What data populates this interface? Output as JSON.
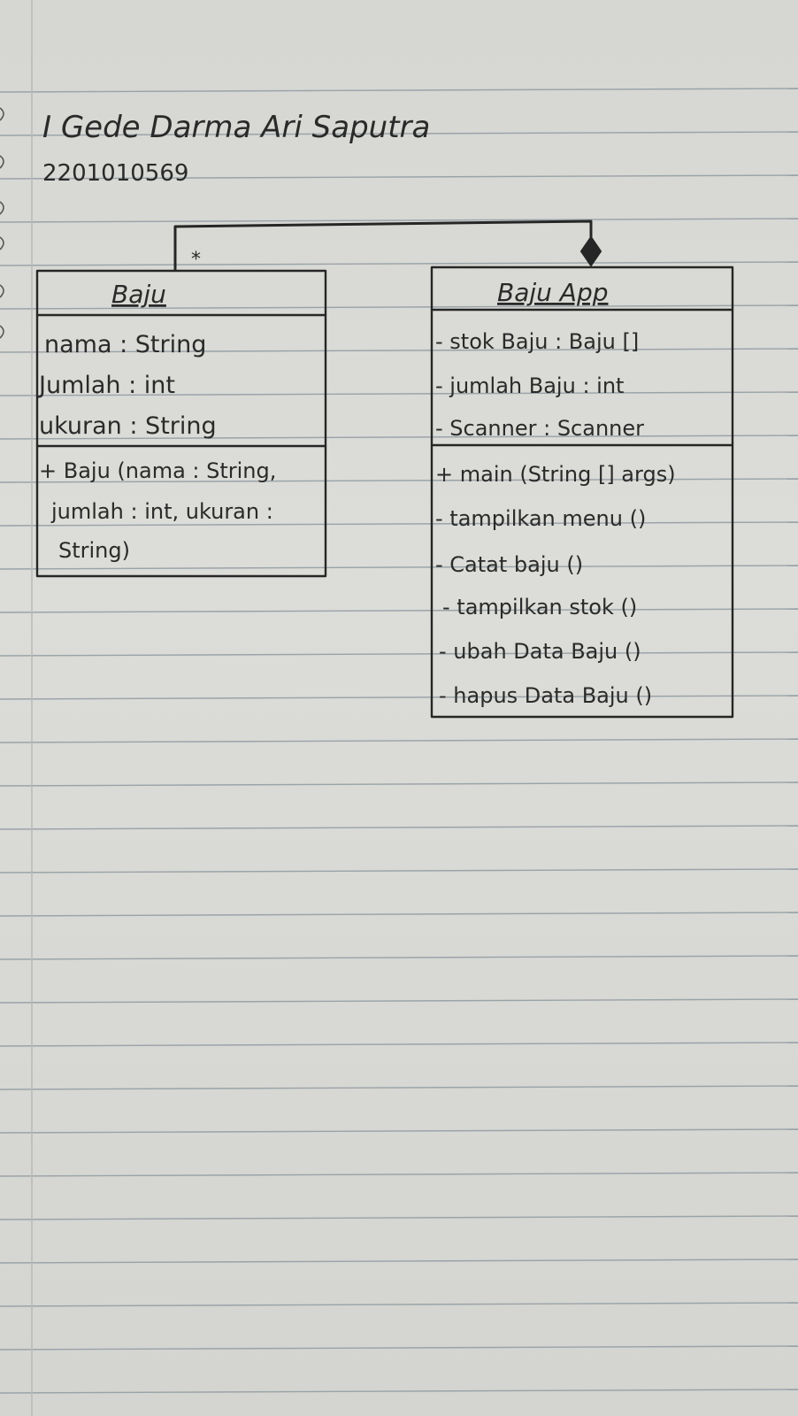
{
  "header": {
    "name": "I Gede Darma Ari Saputra",
    "student_id": "2201010569"
  },
  "diagram": {
    "association": {
      "multiplicity": "*"
    },
    "classes": [
      {
        "name": "Baju",
        "attributes": [
          "nama : String",
          "Jumlah : int",
          "ukuran : String"
        ],
        "methods": [
          "+ Baju (nama : String,",
          "jumlah : int, ukuran :",
          "String)"
        ]
      },
      {
        "name": "Baju App",
        "attributes": [
          "- stok Baju : Baju []",
          "- jumlah Baju : int",
          "- Scanner : Scanner"
        ],
        "methods": [
          "+ main (String [] args)",
          "- tampilkan menu ()",
          "- Catat baju ()",
          "- tampilkan stok ()",
          "- ubah Data Baju ()",
          "- hapus Data Baju ()"
        ]
      }
    ]
  }
}
